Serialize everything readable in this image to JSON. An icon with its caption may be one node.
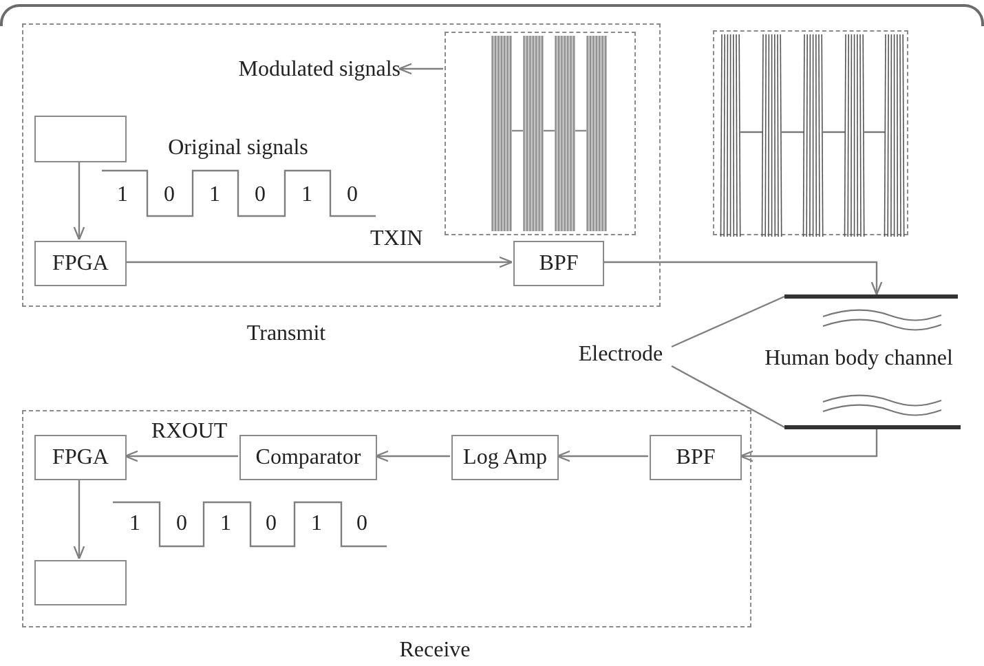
{
  "diagram": {
    "nodes": [
      {
        "text": [
          "Transmit"
        ]
      },
      {
        "text": [
          "Modulated signals"
        ],
        "in": 0
      },
      {
        "text": [],
        "shape": "picture",
        "in": 0
      },
      {
        "text": [],
        "shape": "box",
        "in": 0
      },
      {
        "text": [
          "FPGA"
        ],
        "in": 0
      },
      {
        "text": [
          "BPF"
        ],
        "in": 0
      },
      {
        "text": [],
        "shape": "picture"
      },
      {
        "text": [],
        "shape": "bar"
      },
      {
        "text": [
          "Electrode"
        ]
      },
      {
        "text": [],
        "shape": "bar"
      },
      {
        "text": [
          "Receive"
        ]
      },
      {
        "text": [
          "FPGA"
        ],
        "in": 10
      },
      {
        "text": [
          "Comparator"
        ],
        "in": 10
      },
      {
        "text": [
          "Log Amp"
        ],
        "in": 10
      },
      {
        "text": [
          "BPF"
        ],
        "in": 10
      },
      {
        "text": [],
        "shape": "box",
        "in": 10
      }
    ],
    "edges": [
      {
        "from": 3,
        "to": 4,
        "arrow": "to"
      },
      {
        "from": 4,
        "to": 5,
        "arrow": "to",
        "label": "TXIN"
      },
      {
        "from": 2,
        "to": 1,
        "arrow": "to"
      },
      {
        "from": 5,
        "to": 7,
        "arrow": "to"
      },
      {
        "from": 8,
        "to": 7,
        "arrow": "none"
      },
      {
        "from": 8,
        "to": 9,
        "arrow": "none"
      },
      {
        "from": 9,
        "to": 14,
        "arrow": "to"
      },
      {
        "from": 14,
        "to": 13,
        "arrow": "to"
      },
      {
        "from": 13,
        "to": 12,
        "arrow": "to"
      },
      {
        "from": 12,
        "to": 11,
        "arrow": "to",
        "label": "RXOUT"
      },
      {
        "from": 11,
        "to": 15,
        "arrow": "to"
      }
    ],
    "labels": [
      "Original signals",
      "1",
      "0",
      "1",
      "0",
      "1",
      "0",
      "Human body channel",
      "1",
      "0",
      "1",
      "0",
      "1",
      "0"
    ]
  }
}
